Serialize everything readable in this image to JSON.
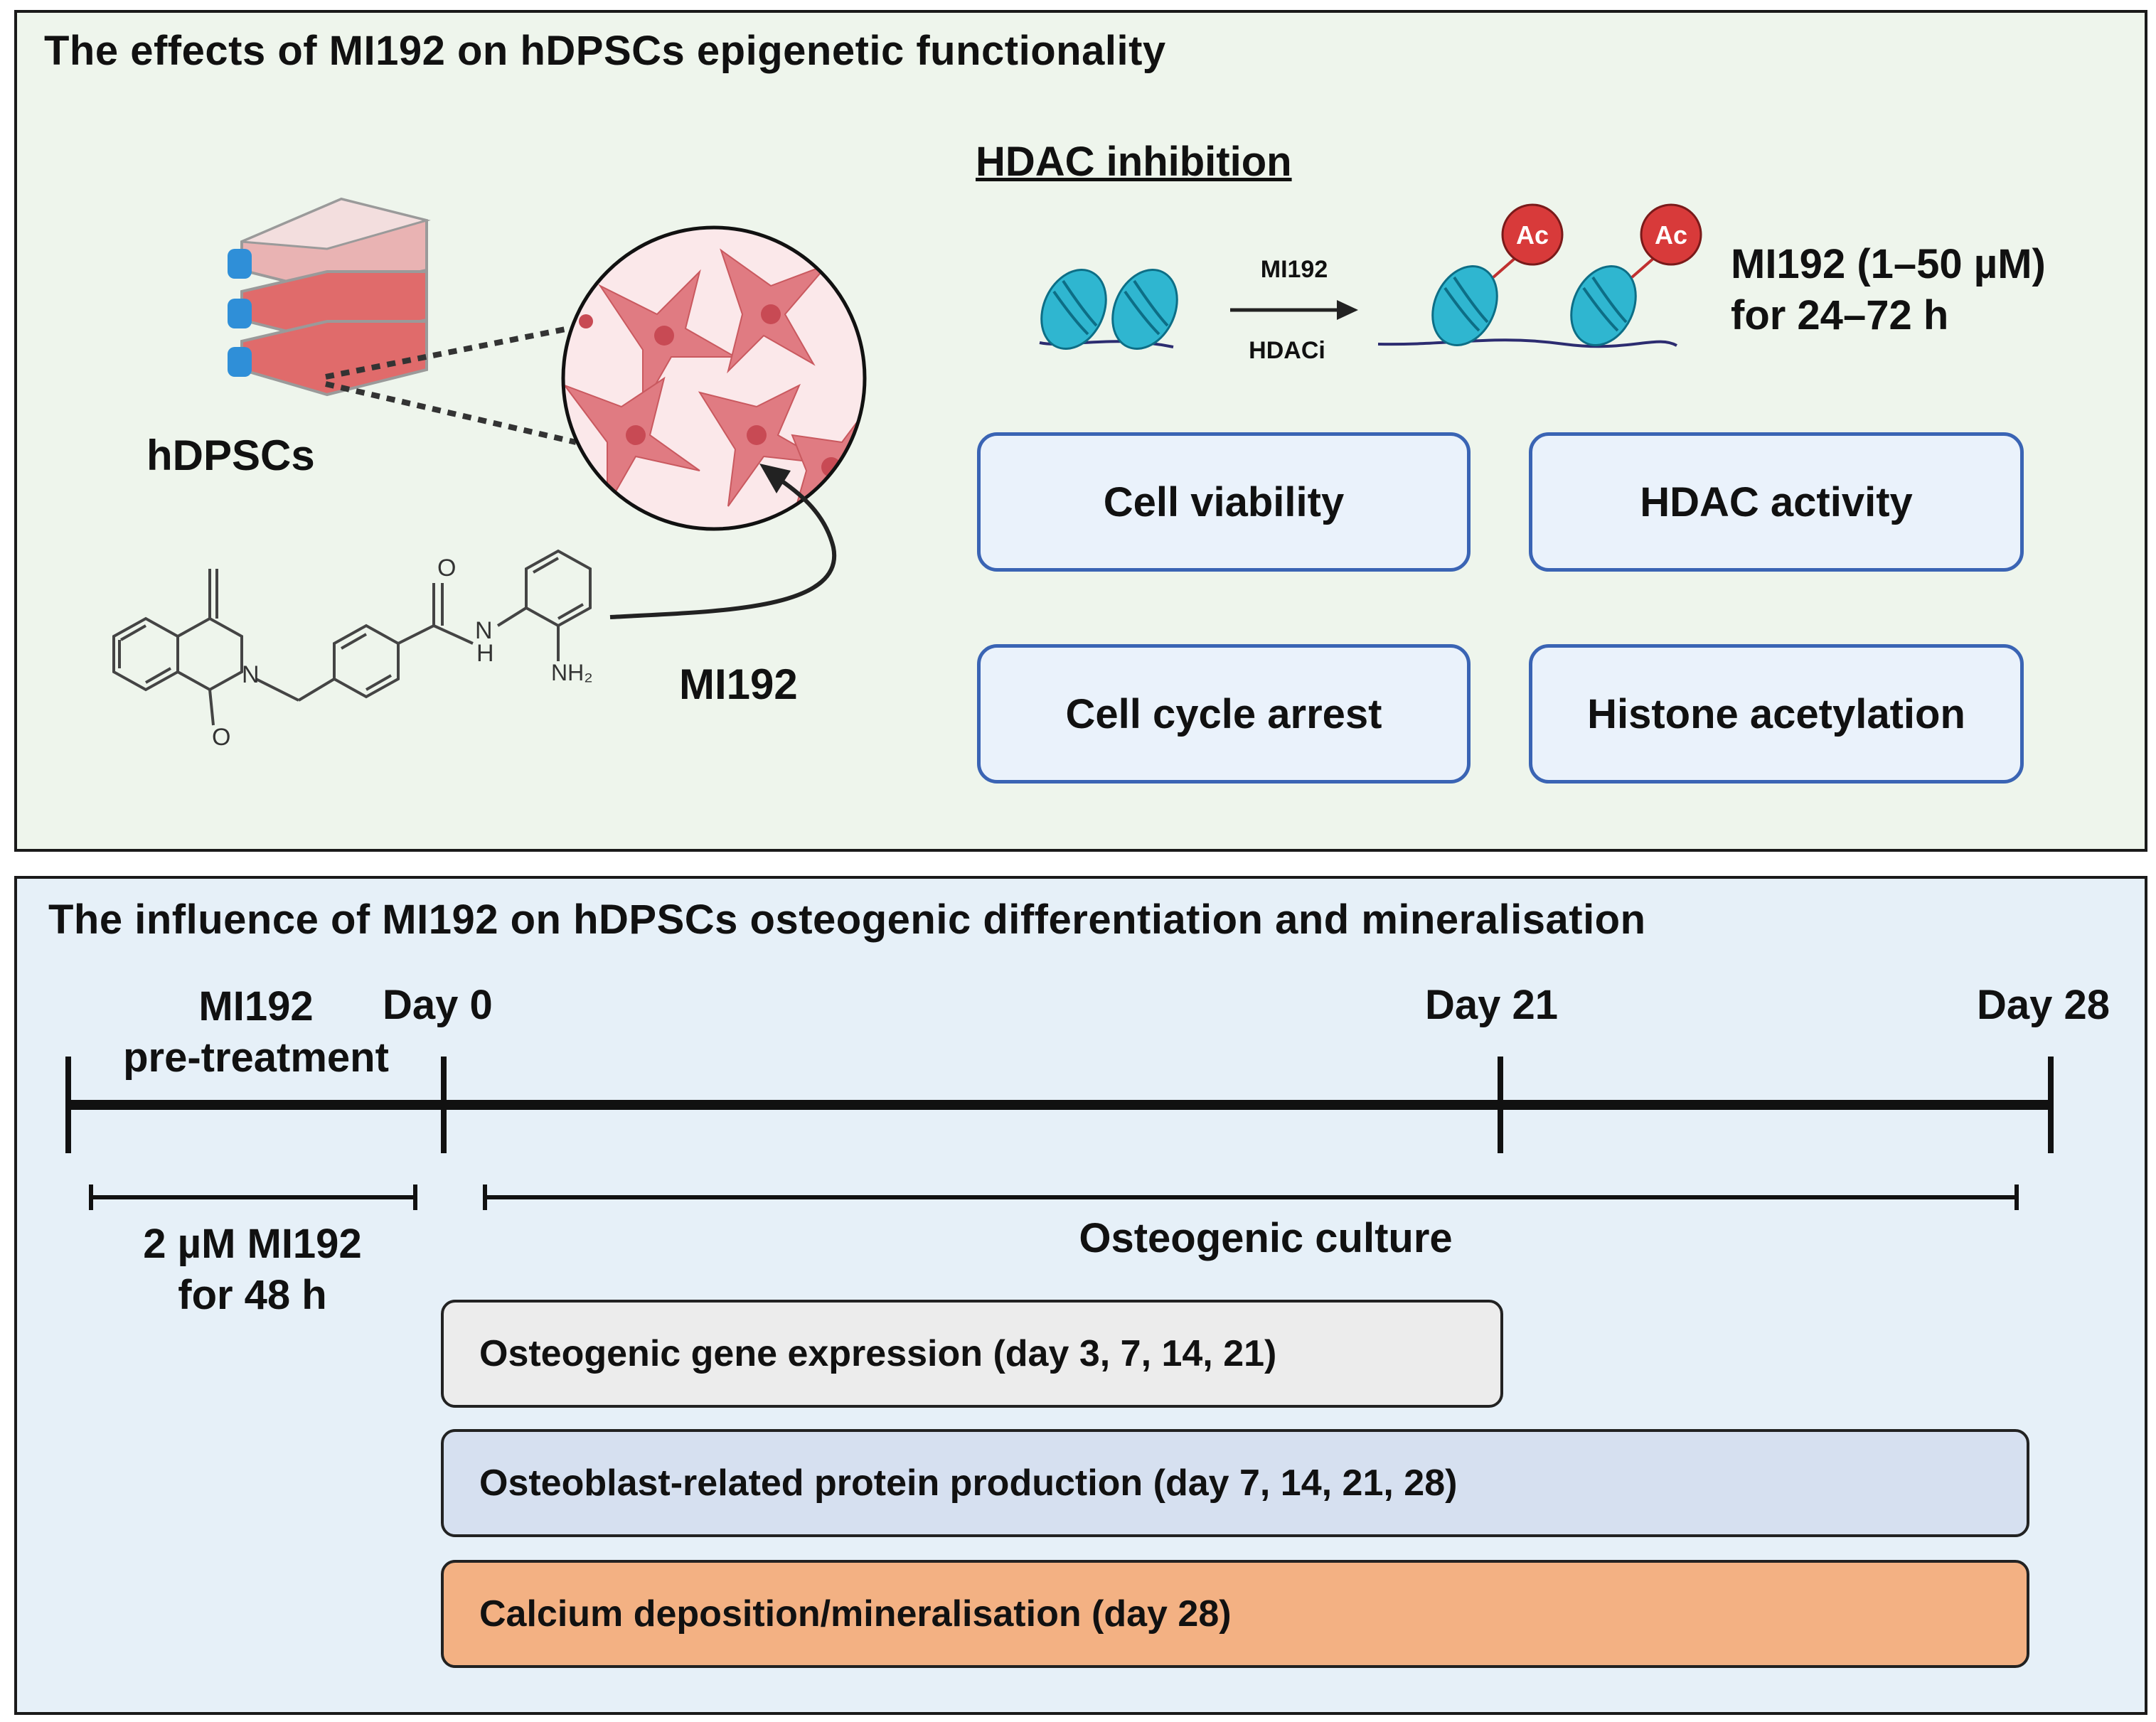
{
  "top_panel": {
    "title": "The effects of MI192 on hDPSCs epigenetic functionality",
    "cells_label": "hDPSCs",
    "compound_label": "MI192",
    "molecule_labels": {
      "o_top": "O",
      "n_ring": "N",
      "n_amide": "N",
      "h_amide": "H",
      "o_bottom": "O",
      "amine": "NH₂"
    },
    "hdac": {
      "heading": "HDAC inhibition",
      "arrow_top": "MI192",
      "arrow_bottom": "HDACi",
      "acetyl_marker": "Ac",
      "treatment_line1": "MI192 (1–50 µM)",
      "treatment_line2": "for 24–72 h"
    },
    "assays": [
      "Cell viability",
      "HDAC activity",
      "Cell cycle arrest",
      "Histone acetylation"
    ]
  },
  "bottom_panel": {
    "title": "The influence of MI192 on hDPSCs osteogenic differentiation and mineralisation",
    "pretreatment_line1": "MI192",
    "pretreatment_line2": "pre-treatment",
    "timepoints": [
      "Day 0",
      "Day 21",
      "Day 28"
    ],
    "pretreatment_dose_line1": "2 µM MI192",
    "pretreatment_dose_line2": "for 48 h",
    "culture_label": "Osteogenic culture",
    "readouts": [
      {
        "text": "Osteogenic gene expression (day 3, 7, 14, 21)",
        "color": "#ececec"
      },
      {
        "text": "Osteoblast-related protein production (day 7, 14, 21, 28)",
        "color": "#d6e0f0"
      },
      {
        "text": "Calcium deposition/mineralisation (day 28)",
        "color": "#f3b183"
      }
    ]
  },
  "colors": {
    "top_panel_bg": "#eef5ec",
    "bottom_panel_bg": "#e6f0f8",
    "assay_border": "#3a64b4",
    "nucleosome": "#2fb6d0",
    "acetyl": "#d83a3a",
    "flask_red": "#e06b6b",
    "flask_cap": "#2f8fd8"
  }
}
